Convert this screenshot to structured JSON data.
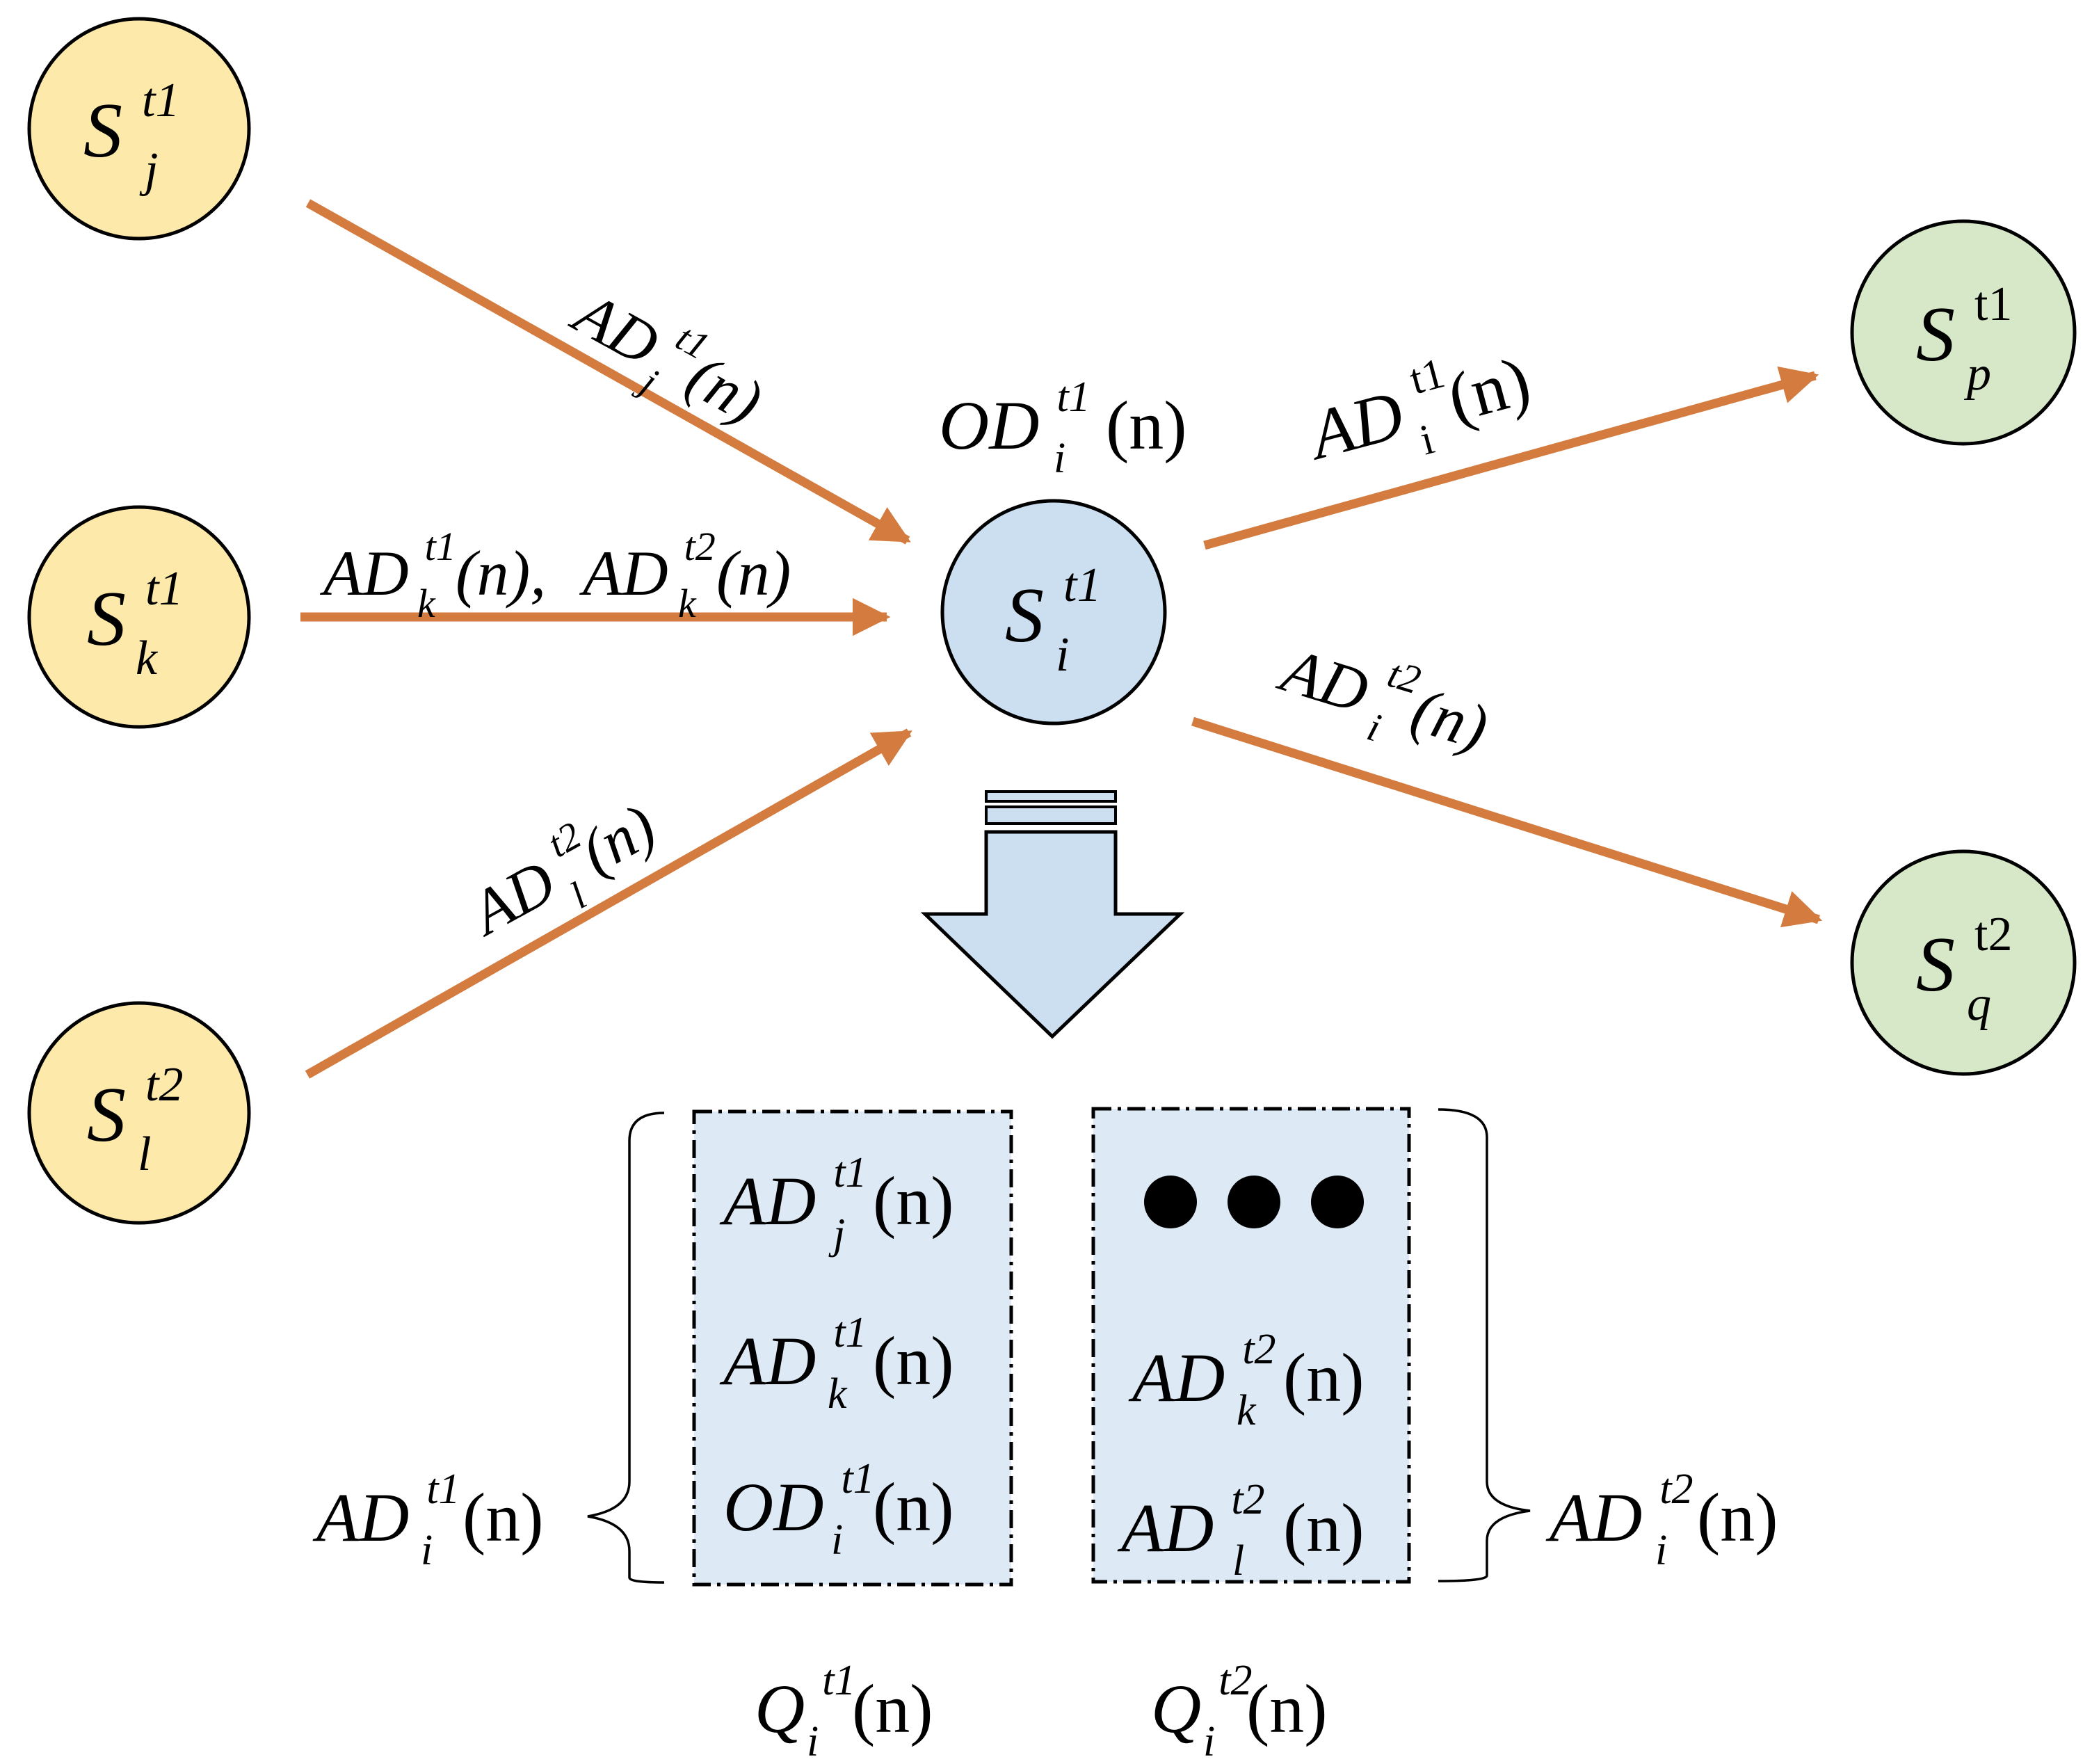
{
  "colors": {
    "source_node": "#fde9a9",
    "dest_node": "#d6e8c7",
    "center_node": "#ccdff1",
    "arrow": "#d47c3f",
    "queue_box": "#ddeaf6",
    "down_arrow": "#ccdff1"
  },
  "nodes": {
    "s_j": {
      "base": "S",
      "sup": "t1",
      "sub": "j"
    },
    "s_k": {
      "base": "S",
      "sup": "t1",
      "sub": "k"
    },
    "s_l": {
      "base": "S",
      "sup": "t2",
      "sub": "l"
    },
    "s_i": {
      "base": "S",
      "sup": "t1",
      "sub": "i"
    },
    "s_p": {
      "base": "S",
      "sup": "t1",
      "sub": "p"
    },
    "s_q": {
      "base": "S",
      "sup": "t2",
      "sub": "q"
    }
  },
  "edge_labels": {
    "j_to_i": {
      "base": "AD",
      "sup": "t1",
      "sub": "j",
      "arg": "(n)"
    },
    "k_to_i": {
      "base": "AD",
      "sup": "t1",
      "sub": "k",
      "arg": "(n),",
      "base2": "AD",
      "sup2": "t2",
      "sub2": "k",
      "arg2": "(n)"
    },
    "l_to_i": {
      "base": "AD",
      "sup": "t2",
      "sub": "l",
      "arg": "(n)"
    },
    "i_to_p": {
      "base": "AD",
      "sup": "t1",
      "sub": "i",
      "arg": "(n)"
    },
    "i_to_q": {
      "base": "AD",
      "sup": "t2",
      "sub": "i",
      "arg": "(n)"
    },
    "own_demand": {
      "base": "OD",
      "sup": "t1",
      "sub": "i",
      "arg": "(n)"
    }
  },
  "queues": {
    "left": {
      "items": [
        {
          "base": "AD",
          "sup": "t1",
          "sub": "j",
          "arg": "(n)"
        },
        {
          "base": "AD",
          "sup": "t1",
          "sub": "k",
          "arg": "(n)"
        },
        {
          "base": "OD",
          "sup": "t1",
          "sub": "i",
          "arg": "(n)"
        }
      ],
      "caption": {
        "base": "Q",
        "sup": "t1",
        "sub": "i",
        "arg": "(n)"
      },
      "brace_label": {
        "base": "AD",
        "sup": "t1",
        "sub": "i",
        "arg": "(n)"
      }
    },
    "right": {
      "items": [
        {
          "base": "AD",
          "sup": "t2",
          "sub": "k",
          "arg": "(n)"
        },
        {
          "base": "AD",
          "sup": "t2",
          "sub": "l",
          "arg": "(n)"
        }
      ],
      "caption": {
        "base": "Q",
        "sup": "t2",
        "sub": "i",
        "arg": "(n)"
      },
      "brace_label": {
        "base": "AD",
        "sup": "t2",
        "sub": "i",
        "arg": "(n)"
      }
    }
  }
}
